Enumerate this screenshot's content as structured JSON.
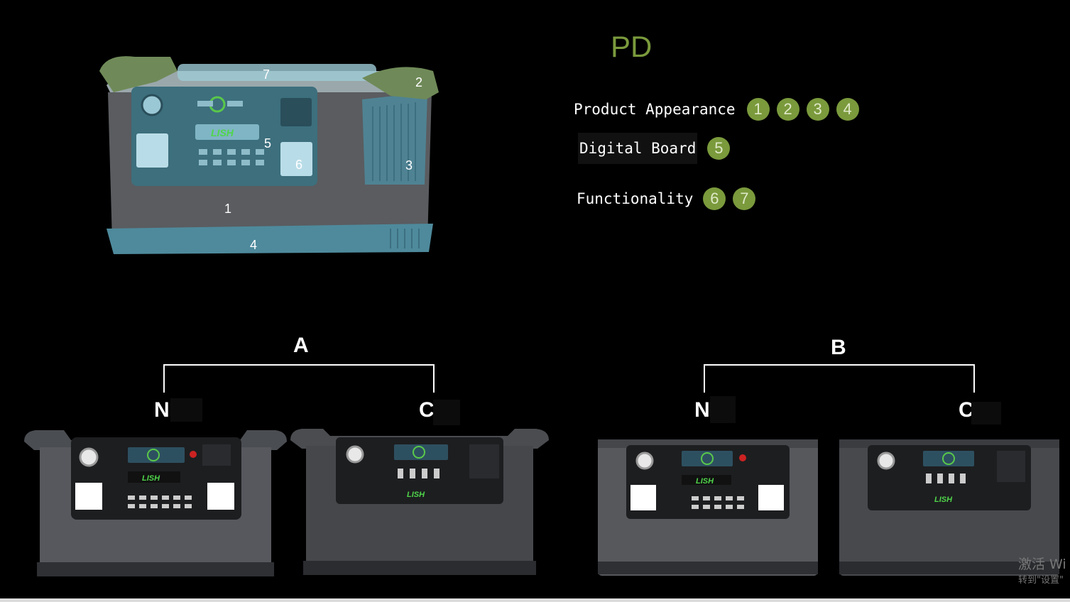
{
  "header": {
    "title": "PD"
  },
  "features": [
    {
      "label": "Product Appearance",
      "badges": [
        "1",
        "2",
        "3",
        "4"
      ]
    },
    {
      "label": "Digital Board",
      "badges": [
        "5"
      ]
    },
    {
      "label": "Functionality",
      "badges": [
        "6",
        "7"
      ]
    }
  ],
  "hero": {
    "callouts": [
      "7",
      "2",
      "5",
      "3",
      "6",
      "1",
      "4"
    ],
    "logo": "LISH"
  },
  "groups": [
    {
      "letter": "A",
      "variants": [
        {
          "letter": "N",
          "logo": "LISH"
        },
        {
          "letter": "C",
          "logo": "LISH"
        }
      ]
    },
    {
      "letter": "B",
      "variants": [
        {
          "letter": "N",
          "logo": "LISH"
        },
        {
          "letter": "C",
          "logo": "LISH"
        }
      ]
    }
  ],
  "watermark": {
    "line1": "激活 Wi",
    "line2": "转到\"设置\""
  },
  "colors": {
    "accent": "#7a9a3c",
    "background": "#000000",
    "logo": "#4fd64a"
  }
}
